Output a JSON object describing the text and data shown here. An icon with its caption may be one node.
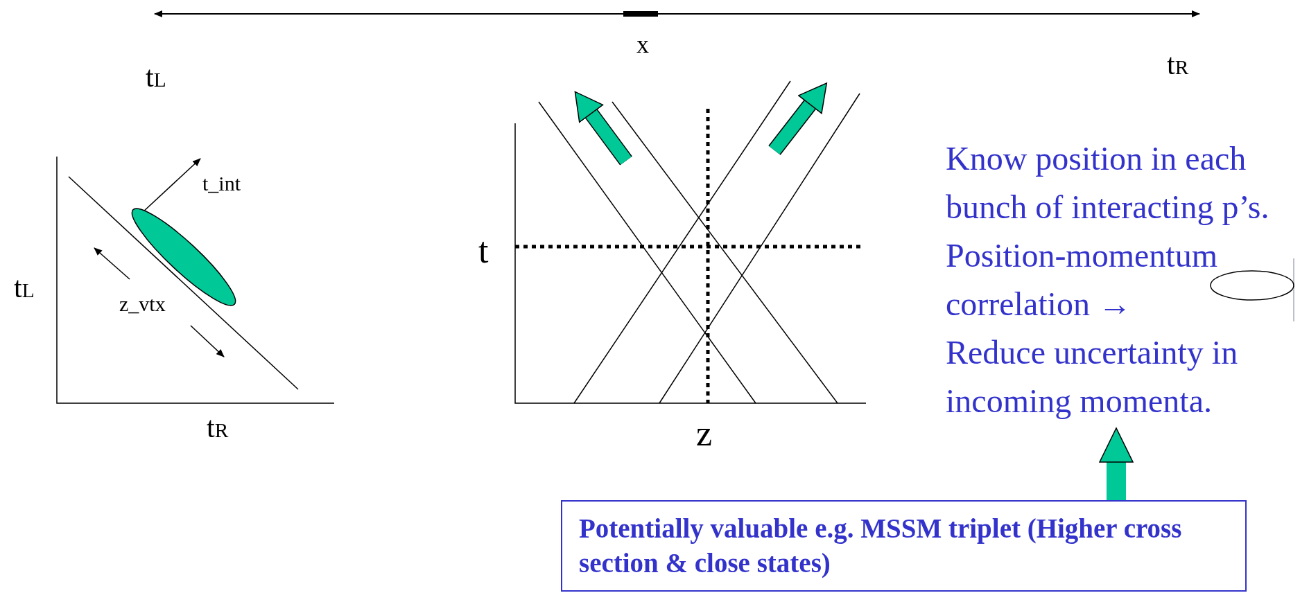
{
  "diagram": {
    "nodes": [
      {
        "text": [
          "Know position in each bunch of interacting p’s. Position-momentum correlation →",
          "Reduce uncertainty in incoming momenta."
        ]
      },
      {
        "text": [
          "Potentially valuable e.g. MSSM triplet (Higher cross section & close states)"
        ]
      },
      {
        "text": [],
        "shape": "ellipse"
      },
      {
        "text": [],
        "shape": "ellipse"
      }
    ],
    "edges": [
      {
        "from": 1,
        "to": 0,
        "arrow": "to"
      }
    ],
    "labels": [
      "x",
      "t$_{L}$",
      "t$_{R}$",
      "t_int",
      "t$_{L}$",
      "z_vtx",
      "t$_{R}$",
      "t",
      "z"
    ]
  }
}
